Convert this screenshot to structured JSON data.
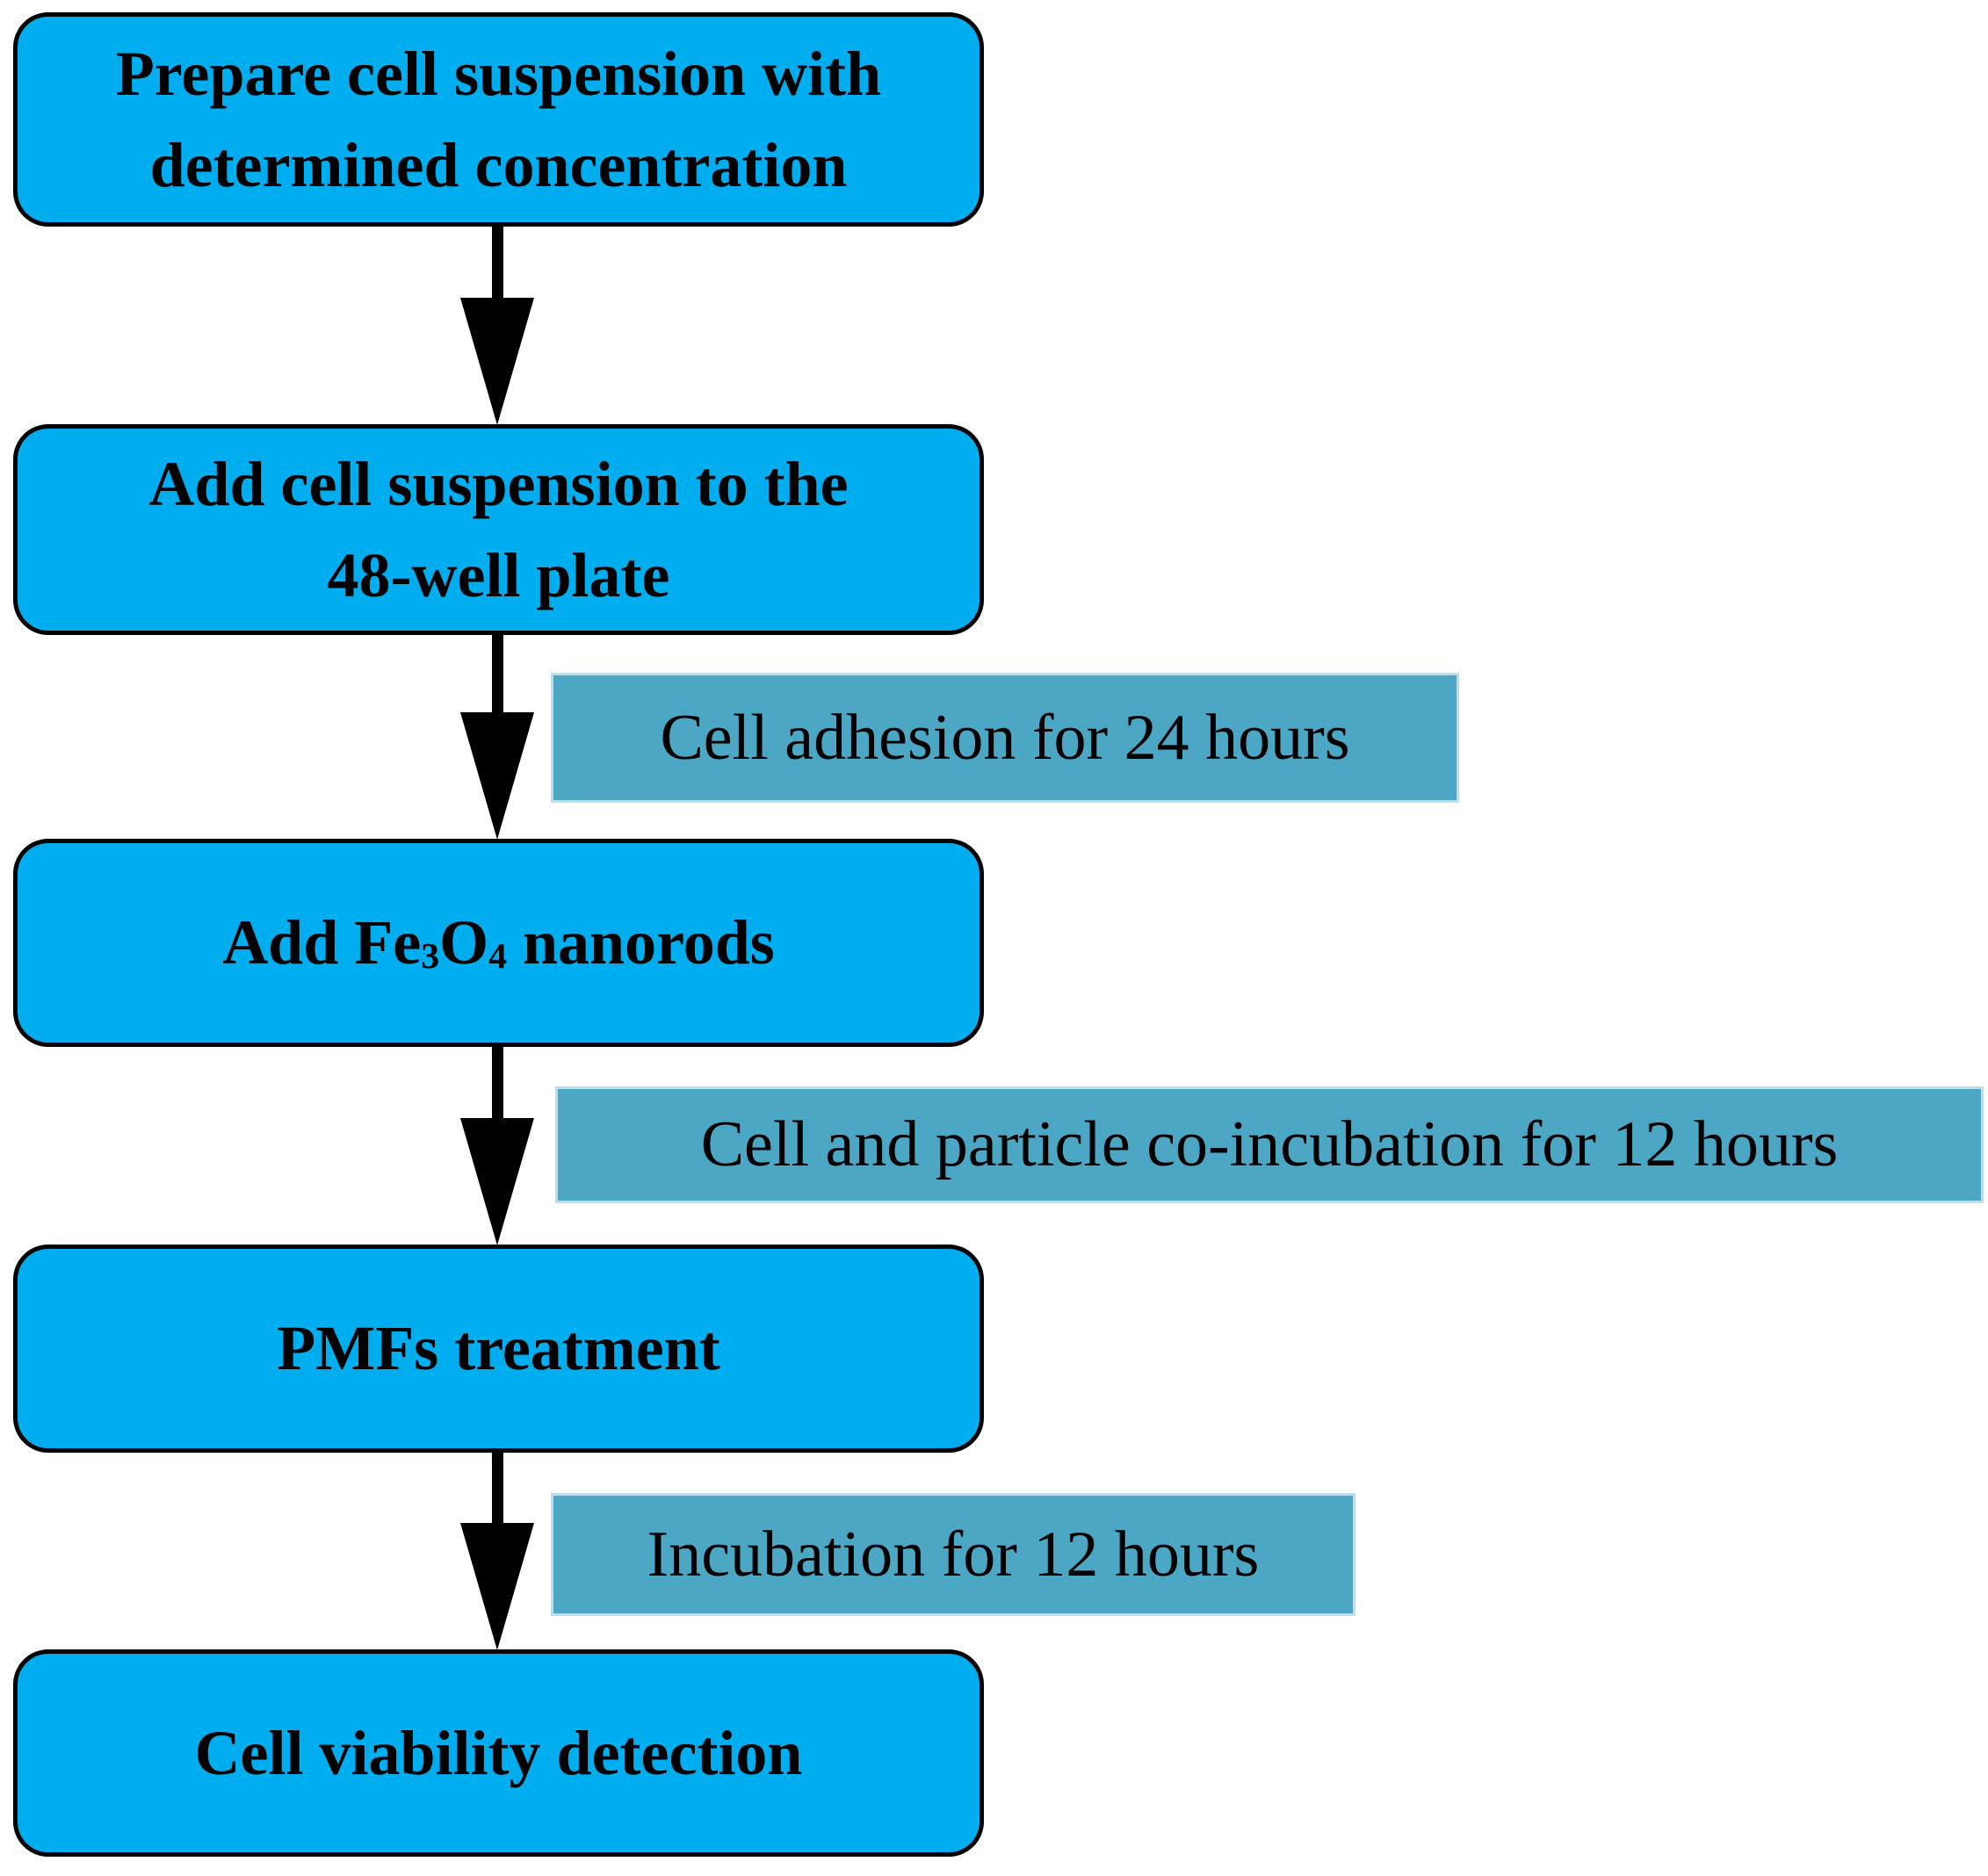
{
  "flowchart": {
    "steps": [
      {
        "text": "Prepare cell suspension with\ndetermined concentration"
      },
      {
        "text": "Add cell suspension to the\n48-well plate"
      },
      {
        "parts": {
          "pre": "Add Fe",
          "sub1": "3",
          "mid": "O",
          "sub2": "4",
          "post": " nanorods"
        }
      },
      {
        "text": "PMFs treatment"
      },
      {
        "text": "Cell viability detection"
      }
    ],
    "annotations": [
      {
        "text": "Cell adhesion for 24 hours"
      },
      {
        "text": "Cell and particle co-incubation for 12 hours"
      },
      {
        "text": "Incubation for 12 hours"
      }
    ],
    "colors": {
      "step_fill": "#00AEEF",
      "step_border": "#000000",
      "annotation_fill": "#4BA7C3",
      "annotation_border": "#BCDDE9",
      "arrow": "#000000",
      "text": "#000000"
    }
  }
}
